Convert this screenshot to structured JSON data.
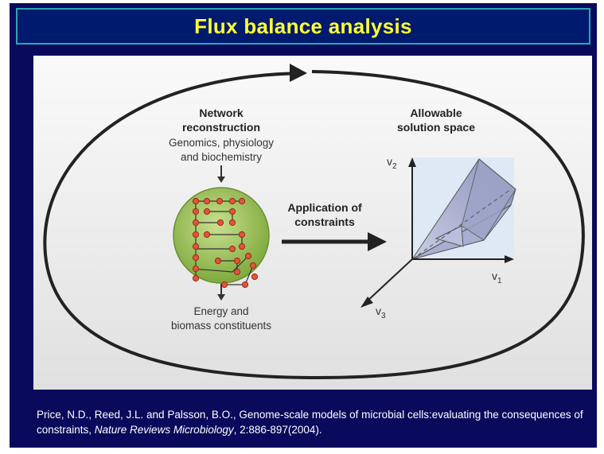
{
  "slide": {
    "title": "Flux balance analysis",
    "citation_part1": "Price, N.D., Reed, J.L. and Palsson, B.O., Genome-scale models of microbial cells:evaluating the consequences of constraints, ",
    "citation_journal": "Nature Reviews Microbiology",
    "citation_part2": ", 2:886-897(2004)."
  },
  "diagram": {
    "network_title_line1": "Network",
    "network_title_line2": "reconstruction",
    "network_sub_line1": "Genomics, physiology",
    "network_sub_line2": "and biochemistry",
    "output_line1": "Energy and",
    "output_line2": "biomass constituents",
    "constraints_line1": "Application of",
    "constraints_line2": "constraints",
    "solution_line1": "Allowable",
    "solution_line2": "solution space",
    "axis_v1": "v",
    "axis_v1_sub": "1",
    "axis_v2": "v",
    "axis_v2_sub": "2",
    "axis_v3": "v",
    "axis_v3_sub": "3"
  },
  "colors": {
    "slide_bg": "#0a0a5c",
    "title_text": "#ffff33",
    "title_border": "#2aa6b8",
    "network_fill": "#9bc25a",
    "node_fill": "#e0553a"
  }
}
